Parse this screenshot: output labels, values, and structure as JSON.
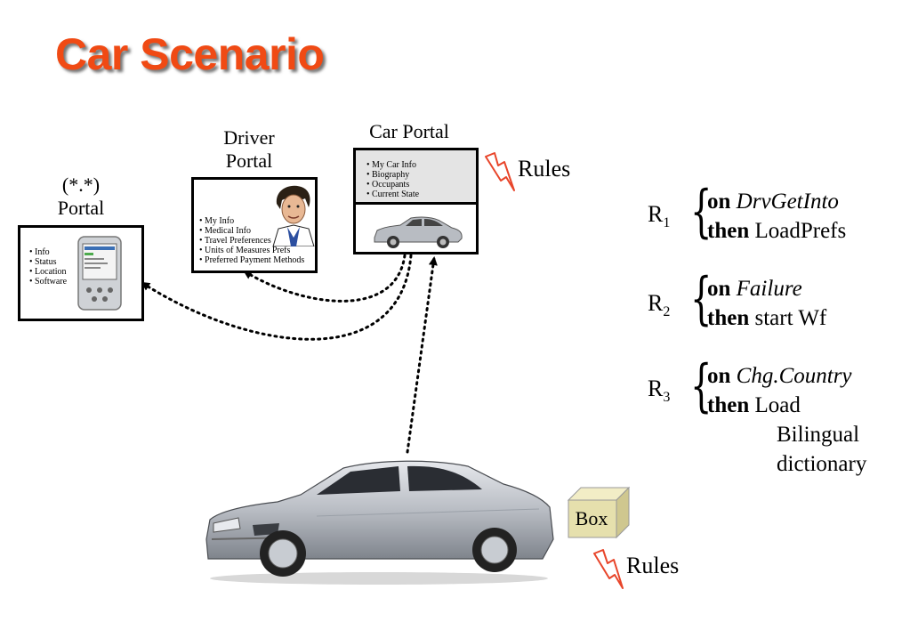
{
  "title": "Car Scenario",
  "portal_generic": {
    "caption_line1": "(*.*)",
    "caption_line2": "Portal",
    "items": [
      "Info",
      "Status",
      "Location",
      "Software"
    ]
  },
  "driver_portal": {
    "caption_line1": "Driver",
    "caption_line2": "Portal",
    "items": [
      "My Info",
      "Medical Info",
      "Travel Preferences",
      "Units of Measures Prefs",
      "Preferred Payment Methods"
    ]
  },
  "car_portal": {
    "caption": "Car Portal",
    "items": [
      "My Car Info",
      "Biography",
      "Occupants",
      "Current State"
    ]
  },
  "rules_top_label": "Rules",
  "rules_bottom_label": "Rules",
  "box_label": "Box",
  "rules": [
    {
      "label": "R",
      "sub": "1",
      "on_kw": "on",
      "event": "DrvGetInto",
      "then_kw": "then",
      "action": "LoadPrefs"
    },
    {
      "label": "R",
      "sub": "2",
      "on_kw": "on",
      "event": "Failure",
      "then_kw": "then",
      "action": "start Wf"
    },
    {
      "label": "R",
      "sub": "3",
      "on_kw": "on",
      "event": "Chg.Country",
      "then_kw": "then",
      "action": "Load",
      "action_cont1": "Bilingual",
      "action_cont2": "dictionary"
    }
  ],
  "colors": {
    "title": "#f04a14",
    "lightning": "#e8452a",
    "box_face": "#e6e0ad"
  }
}
